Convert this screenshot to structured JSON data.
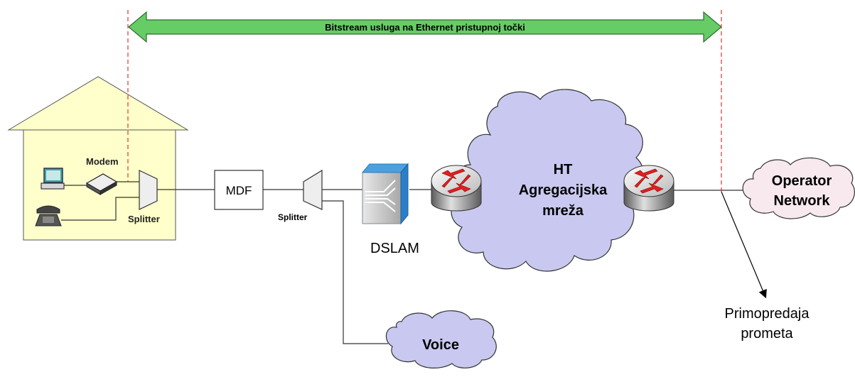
{
  "banner": {
    "label": "Bitstream usluga na Ethernet pristupnoj točki"
  },
  "house": {
    "modem_label": "Modem",
    "splitter_label": "Splitter"
  },
  "mdf": {
    "label": "MDF"
  },
  "splitter2": {
    "label": "Splitter"
  },
  "dslam": {
    "label": "DSLAM"
  },
  "cloud_ht": {
    "line1": "HT",
    "line2": "Agregacijska",
    "line3": "mreža"
  },
  "cloud_operator": {
    "line1": "Operator",
    "line2": "Network"
  },
  "cloud_voice": {
    "label": "Voice"
  },
  "handover": {
    "line1": "Primopredaja",
    "line2": "prometa"
  },
  "colors": {
    "banner_fill": "#66cc66",
    "house_fill": "#ffffcc",
    "cloud_fill": "#c8c8f0",
    "operator_cloud_fill": "#f7e9ee",
    "demarcation_line": "#e8322e",
    "router_arrow": "#e02020"
  }
}
